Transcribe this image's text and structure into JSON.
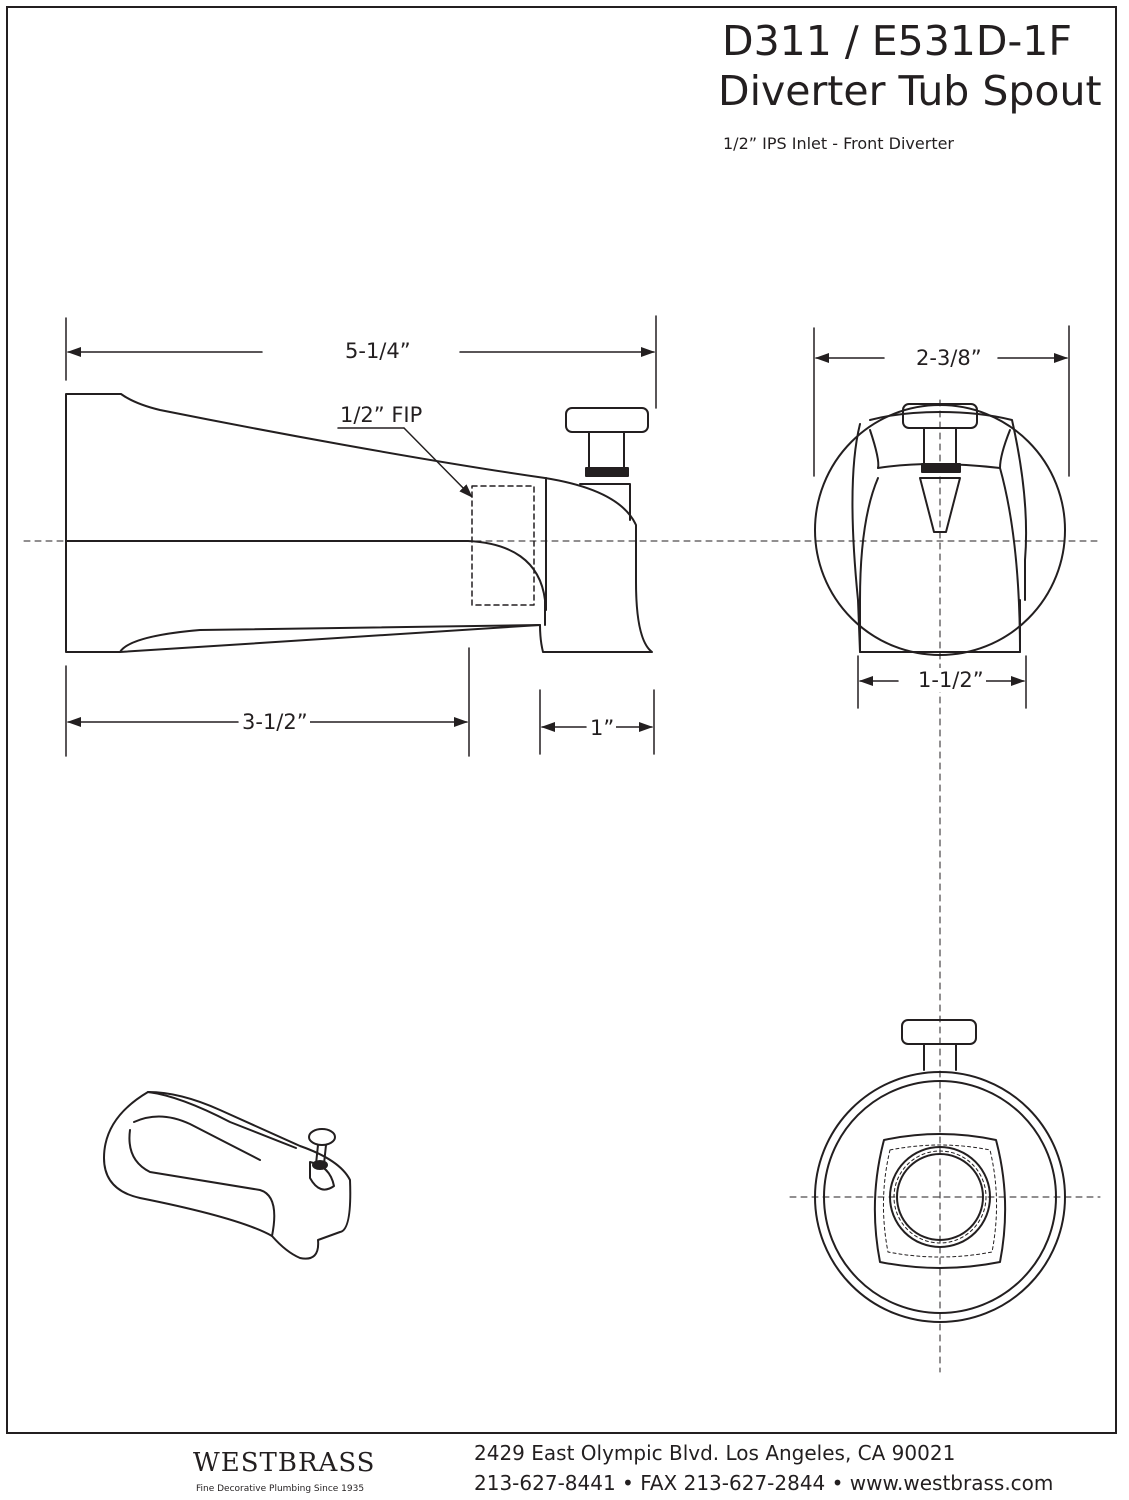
{
  "header": {
    "model": "D311 / E531D-1F",
    "product": "Diverter Tub Spout",
    "spec": "1/2” IPS Inlet - Front Diverter"
  },
  "dimensions": {
    "overall_length": "5-1/4”",
    "fip": "1/2” FIP",
    "inlet_depth": "3-1/2”",
    "diverter_offset": "1”",
    "front_width": "2-3/8”",
    "spout_width": "1-1/2”"
  },
  "footer": {
    "brand": "WESTBRASS",
    "tagline": "Fine Decorative Plumbing Since 1935",
    "address": "2429 East Olympic Blvd. Los Angeles, CA  90021",
    "contact": "213-627-8441 • FAX 213-627-2844 • www.westbrass.com"
  },
  "colors": {
    "ink": "#231f20",
    "background": "#ffffff"
  }
}
